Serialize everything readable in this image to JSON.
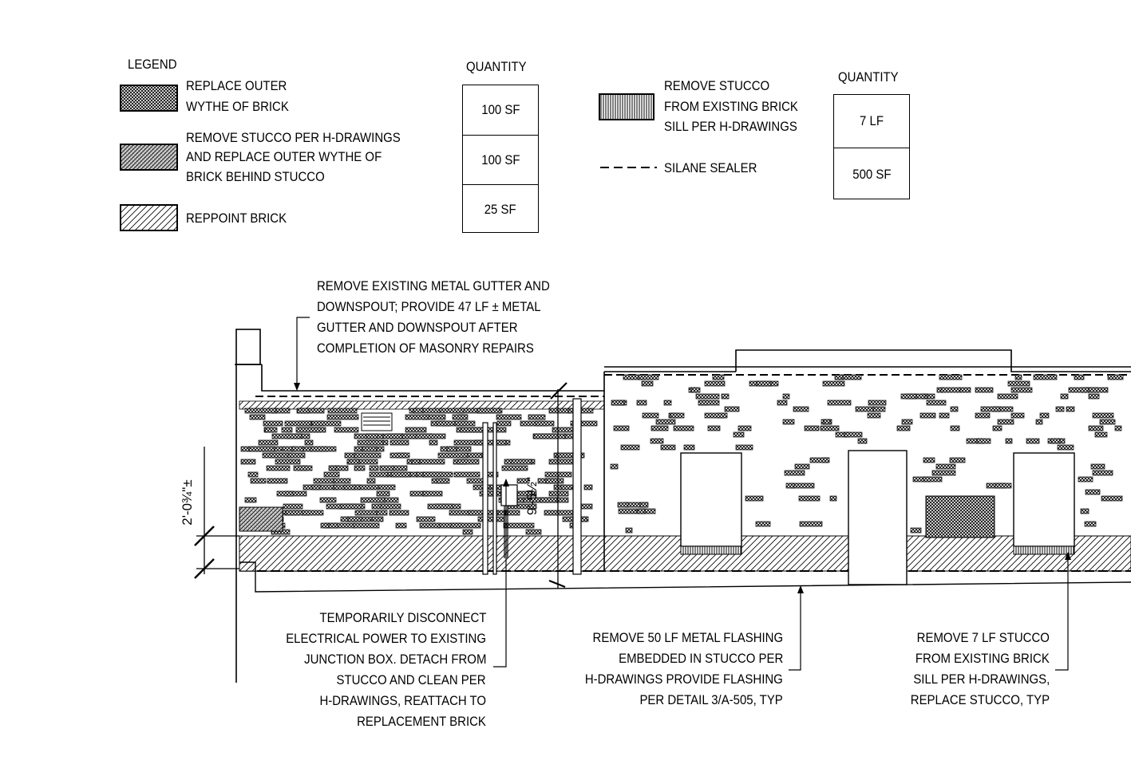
{
  "legend": {
    "title": "LEGEND",
    "items": [
      {
        "label_lines": [
          "REPLACE OUTER",
          "WYTHE OF BRICK"
        ],
        "pattern": "crosshatch-dense"
      },
      {
        "label_lines": [
          "REMOVE STUCCO PER H-DRAWINGS",
          "AND REPLACE OUTER WYTHE OF",
          "BRICK BEHIND STUCCO"
        ],
        "pattern": "crosshatch-diagonal"
      },
      {
        "label_lines": [
          "REPPOINT BRICK"
        ],
        "pattern": "diagonal-hatch"
      }
    ],
    "quantity_header": "QUANTITY",
    "quantities": [
      "100 SF",
      "100 SF",
      "25 SF"
    ]
  },
  "legend2": {
    "items": [
      {
        "label_lines": [
          "REMOVE STUCCO",
          "FROM EXISTING BRICK",
          "SILL PER H-DRAWINGS"
        ],
        "pattern": "vertical-lines"
      },
      {
        "label_lines": [
          "SILANE SEALER"
        ],
        "pattern": "dashed-line"
      }
    ],
    "quantity_header": "QUANTITY",
    "quantities": [
      "7 LF",
      "500 SF"
    ]
  },
  "notes": {
    "gutter": [
      "REMOVE EXISTING METAL GUTTER AND",
      "DOWNSPOUT; PROVIDE 47 LF ± METAL",
      "GUTTER AND DOWNSPOUT AFTER",
      "COMPLETION OF MASONRY REPAIRS"
    ],
    "power": [
      "TEMPORARILY DISCONNECT",
      "ELECTRICAL POWER TO EXISTING",
      "JUNCTION BOX. DETACH FROM",
      "STUCCO AND CLEAN PER",
      "H-DRAWINGS, REATTACH TO",
      "REPLACEMENT BRICK"
    ],
    "flashing": [
      "REMOVE 50 LF METAL FLASHING",
      "EMBEDDED IN STUCCO PER",
      "H-DRAWINGS PROVIDE FLASHING",
      "PER DETAIL 3/A-505, TYP"
    ],
    "sill": [
      "REMOVE 7 LF STUCCO",
      "FROM EXISTING BRICK",
      "SILL PER H-DRAWINGS,",
      "REPLACE STUCCO, TYP"
    ]
  },
  "dimensions": {
    "left": "2'-0¾\"±",
    "center": "9'-5½\""
  }
}
